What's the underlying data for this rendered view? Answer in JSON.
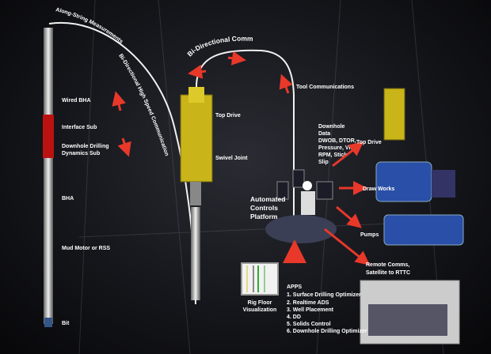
{
  "curve_labels": {
    "along_string": "Along-String Measurements",
    "bidirectional_hs": "Bi-Directional High Speed Communication",
    "bidirectional": "Bi-Directional Comms"
  },
  "string_labels": [
    "Wired BHA",
    "Interface Sub",
    "Downhole Drilling",
    "Dynamics Sub",
    "BHA",
    "Mud Motor or RSS",
    "Bit"
  ],
  "rig_labels": {
    "top_drive": "Top Drive",
    "swivel_joint": "Swivel Joint",
    "tool_comms": "Tool Communications"
  },
  "downhole_data": [
    "Downhole",
    "Data",
    "DWOB, DTOR,",
    "Pressure, VIB",
    "RPM, Stick",
    "Slip"
  ],
  "platform": [
    "Automated",
    "Controls",
    "Platform"
  ],
  "outputs": {
    "top_drive": "Top Drive",
    "draw_works": "Draw Works",
    "pumps": "Pumps",
    "remote_1": "Remote Comms,",
    "remote_2": "Satellite to RTTC"
  },
  "rig_floor": [
    "Rig Floor",
    "Visualization"
  ],
  "apps": {
    "title": "APPS",
    "items": [
      "1. Surface Drilling Optimizer",
      "2. Realtime ADS",
      "3. Well Placement",
      "4. DD",
      "5. Solids Control",
      "6. Downhole Drilling Optimizer"
    ]
  },
  "colors": {
    "arrow": "#e8382a",
    "equipment_yellow": "#d8c21a",
    "equipment_blue": "#2a4fa8"
  }
}
